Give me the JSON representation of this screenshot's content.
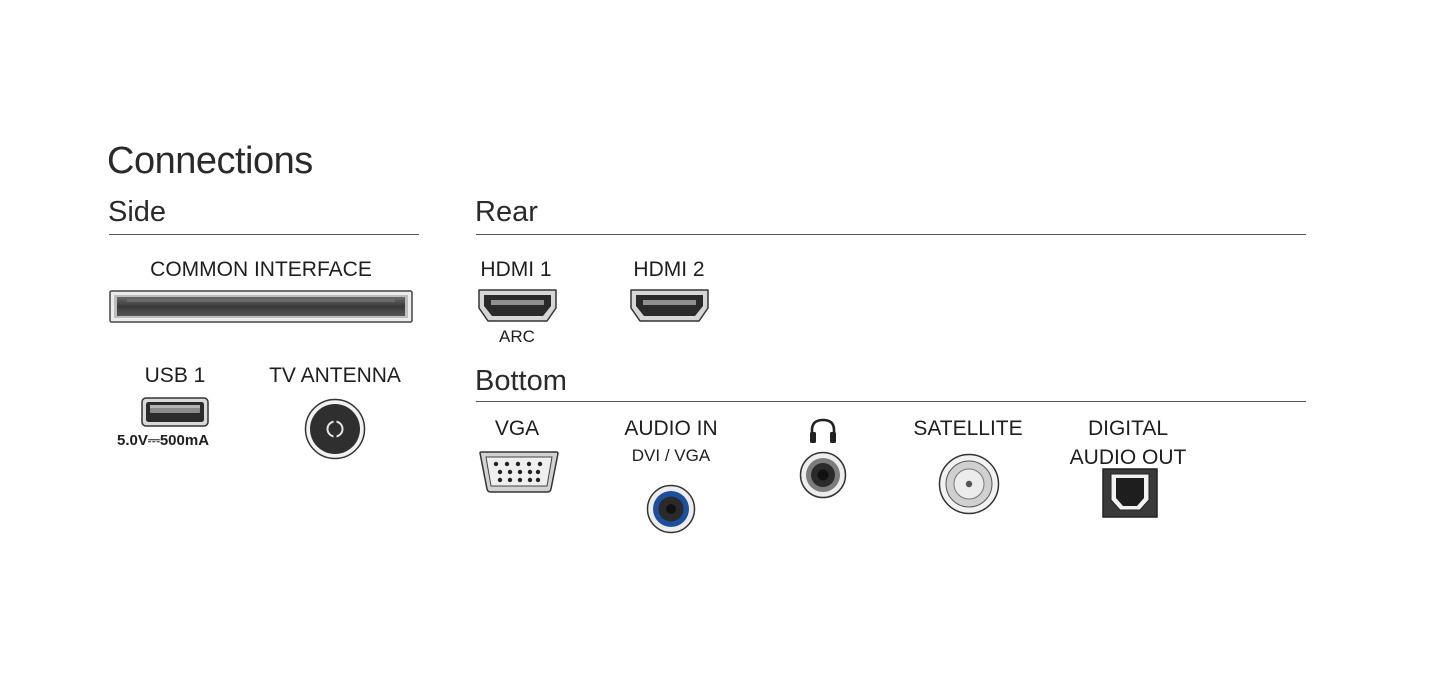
{
  "title": "Connections",
  "sections": {
    "side": "Side",
    "rear": "Rear",
    "bottom": "Bottom"
  },
  "ports": {
    "common_interface": "COMMON INTERFACE",
    "usb1": "USB 1",
    "usb1_spec": "5.0V⎓500mA",
    "tv_antenna": "TV ANTENNA",
    "hdmi1": "HDMI 1",
    "hdmi1_sub": "ARC",
    "hdmi2": "HDMI 2",
    "vga": "VGA",
    "audio_in": "AUDIO IN",
    "audio_in_sub": "DVI / VGA",
    "satellite": "SATELLITE",
    "digital_audio_out_line1": "DIGITAL",
    "digital_audio_out_line2": "AUDIO OUT"
  },
  "icons": {
    "headphone": "headphone-icon"
  },
  "colors": {
    "audio_in_ring": "#1d4f9e",
    "port_dark": "#2b2b2b",
    "port_metal": "#c8c8c8"
  }
}
